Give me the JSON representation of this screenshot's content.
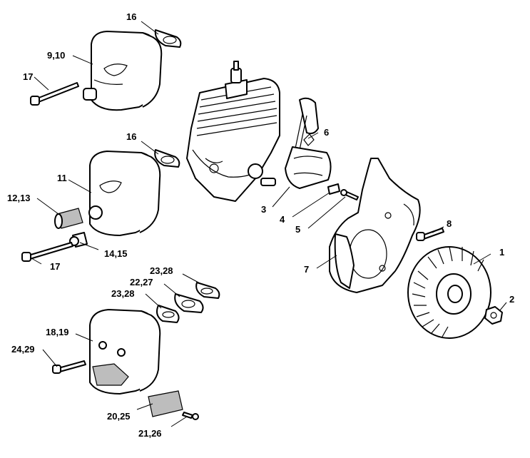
{
  "labels": {
    "p16a": "16",
    "p9_10": "9,10",
    "p17a": "17",
    "p16b": "16",
    "p11": "11",
    "p12_13": "12,13",
    "p17b": "17",
    "p14_15": "14,15",
    "p6": "6",
    "p3": "3",
    "p4": "4",
    "p5": "5",
    "p8": "8",
    "p1": "1",
    "p7": "7",
    "p2": "2",
    "p23_28a": "23,28",
    "p22_27": "22,27",
    "p23_28b": "23,28",
    "p18_19": "18,19",
    "p24_29": "24,29",
    "p20_25": "20,25",
    "p21_26": "21,26"
  }
}
